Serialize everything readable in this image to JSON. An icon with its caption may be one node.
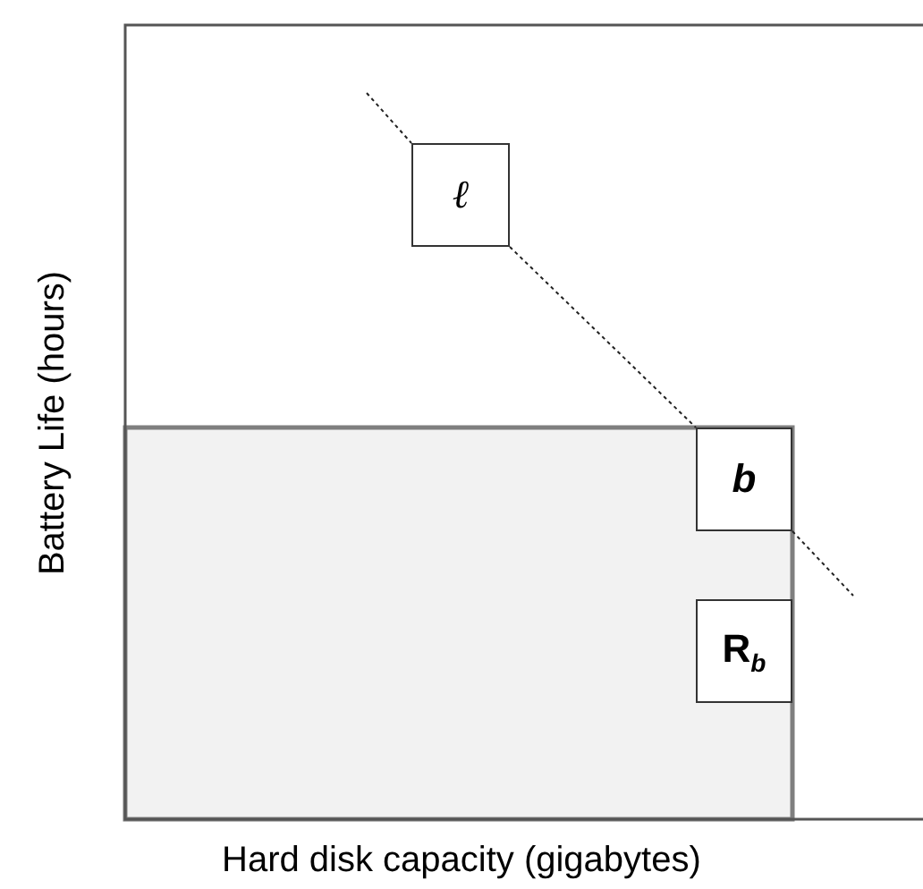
{
  "diagram": {
    "nodes": [
      {
        "text": [
          "ℓ"
        ]
      },
      {
        "text": [
          "b"
        ]
      },
      {
        "text": [
          "R$_{b}$"
        ]
      }
    ],
    "edges": [
      {
        "from": null,
        "to": 0,
        "arrow": "none",
        "style": "dashed"
      },
      {
        "from": 0,
        "to": 1,
        "arrow": "none",
        "style": "dashed"
      },
      {
        "from": 1,
        "to": null,
        "arrow": "none",
        "style": "dashed"
      }
    ],
    "labels": [
      "Battery Life (hours)",
      "Hard disk capacity (gigabytes)"
    ]
  }
}
